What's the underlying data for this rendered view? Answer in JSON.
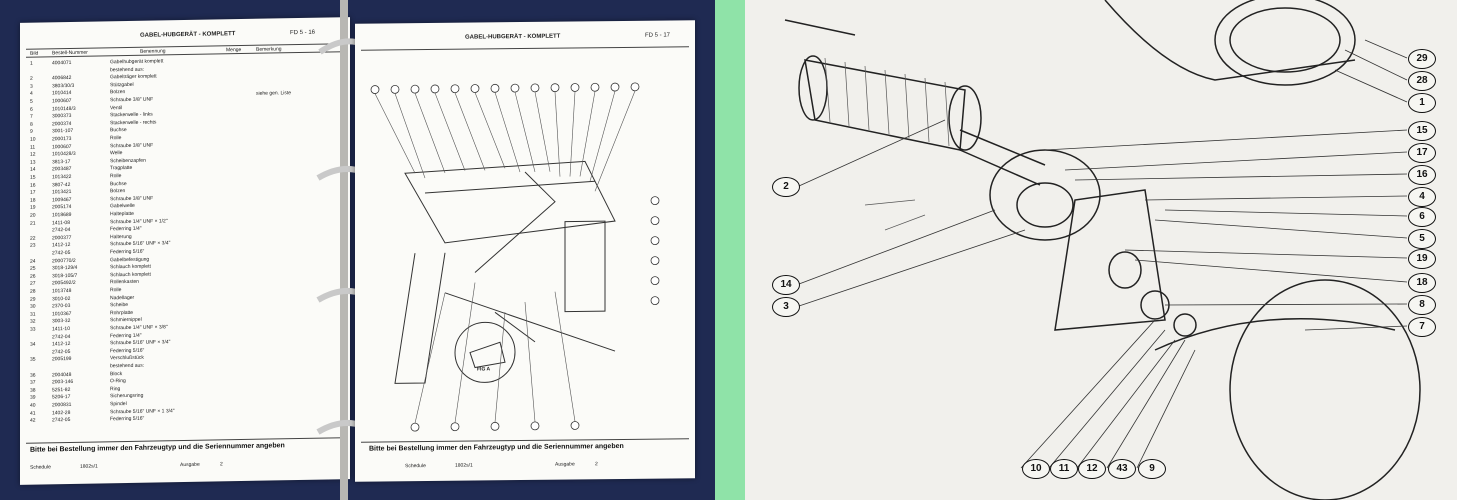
{
  "left_page": {
    "header_title": "GABEL-HUBGERÄT - KOMPLETT",
    "header_subtitle": "FD 5 - 16",
    "column_headers": [
      "Bild",
      "Bestell-Nummer",
      "Benennung",
      "Menge",
      "Bemerkung"
    ],
    "part_rows": [
      {
        "nr": "1",
        "part": "4004071",
        "name": "Gabelhubgerät komplett"
      },
      {
        "nr": "",
        "part": "",
        "name": "bestehend aus:"
      },
      {
        "nr": "2",
        "part": "4006842",
        "name": "Gabelträger komplett"
      },
      {
        "nr": "3",
        "part": "3803/30/3",
        "name": "Stützgabel"
      },
      {
        "nr": "4",
        "part": "1010414",
        "name": "Bolzen"
      },
      {
        "nr": "5",
        "part": "1000607",
        "name": "Schraube 3/8\" UNF"
      },
      {
        "nr": "6",
        "part": "1010148/3",
        "name": "Ventil"
      },
      {
        "nr": "7",
        "part": "3000373",
        "name": "Stackerwelle - links"
      },
      {
        "nr": "8",
        "part": "2000374",
        "name": "Stackerwelle - rechts"
      },
      {
        "nr": "9",
        "part": "3001-107",
        "name": "Buchse"
      },
      {
        "nr": "10",
        "part": "2000173",
        "name": "Rolle"
      },
      {
        "nr": "11",
        "part": "1000607",
        "name": "Schraube 3/8\" UNF"
      },
      {
        "nr": "12",
        "part": "1010428/3",
        "name": "Welle"
      },
      {
        "nr": "13",
        "part": "3813-17",
        "name": "Scheibenzapfen"
      },
      {
        "nr": "14",
        "part": "2003487",
        "name": "Tragplatte"
      },
      {
        "nr": "15",
        "part": "1013422",
        "name": "Rolle"
      },
      {
        "nr": "16",
        "part": "3807-42",
        "name": "Buchse"
      },
      {
        "nr": "17",
        "part": "1013421",
        "name": "Bolzen"
      },
      {
        "nr": "18",
        "part": "1009467",
        "name": "Schraube 3/8\" UNF"
      },
      {
        "nr": "19",
        "part": "2005174",
        "name": "Gabelwelle"
      },
      {
        "nr": "20",
        "part": "1018689",
        "name": "Halteplatte"
      },
      {
        "nr": "21",
        "part": "1411-08",
        "name": "Schraube 1/4\" UNF × 1/2\""
      },
      {
        "nr": "",
        "part": "2742-04",
        "name": "Federring 1/4\""
      },
      {
        "nr": "22",
        "part": "2000377",
        "name": "Halterung"
      },
      {
        "nr": "23",
        "part": "1412-12",
        "name": "Schraube 5/16\" UNF × 3/4\""
      },
      {
        "nr": "",
        "part": "2742-05",
        "name": "Federring 5/16\""
      },
      {
        "nr": "24",
        "part": "2000770/2",
        "name": "Gabelbefestigung"
      },
      {
        "nr": "25",
        "part": "3018-129/4",
        "name": "Schlauch komplett"
      },
      {
        "nr": "26",
        "part": "3018-105/7",
        "name": "Schlauch komplett"
      },
      {
        "nr": "27",
        "part": "2005492/2",
        "name": "Rollenkasten"
      },
      {
        "nr": "28",
        "part": "1013748",
        "name": "Rolle"
      },
      {
        "nr": "29",
        "part": "3010-02",
        "name": "Nadellager"
      },
      {
        "nr": "30",
        "part": "2370-03",
        "name": "Scheibe"
      },
      {
        "nr": "31",
        "part": "1010367",
        "name": "Rohrplatte"
      },
      {
        "nr": "32",
        "part": "3003-32",
        "name": "Schmiernippel"
      },
      {
        "nr": "33",
        "part": "1411-10",
        "name": "Schraube 1/4\" UNF × 3/8\""
      },
      {
        "nr": "",
        "part": "2742-04",
        "name": "Federring 1/4\""
      },
      {
        "nr": "34",
        "part": "1412-12",
        "name": "Schraube 5/16\" UNF × 3/4\""
      },
      {
        "nr": "",
        "part": "2742-05",
        "name": "Federring 5/16\""
      },
      {
        "nr": "35",
        "part": "2005199",
        "name": "Verschlußstück"
      },
      {
        "nr": "",
        "part": "",
        "name": "bestehend aus:"
      },
      {
        "nr": "36",
        "part": "2004048",
        "name": "Block"
      },
      {
        "nr": "37",
        "part": "2003-146",
        "name": "O-Ring"
      },
      {
        "nr": "38",
        "part": "5251-82",
        "name": "Ring"
      },
      {
        "nr": "39",
        "part": "5206-17",
        "name": "Sicherungsring"
      },
      {
        "nr": "40",
        "part": "2000831",
        "name": "Spindel"
      },
      {
        "nr": "41",
        "part": "1402-28",
        "name": "Schraube 5/16\" UNF × 1 3/4\""
      },
      {
        "nr": "42",
        "part": "2742-05",
        "name": "Federring 5/16\""
      }
    ],
    "remark": "siehe gen. Liste",
    "footer_note": "Bitte bei Bestellung immer den Fahrzeugtyp und die Seriennummer angeben",
    "footer_schedule_label": "Schedule",
    "footer_schedule_value": "1802s/1",
    "footer_edition_label": "Ausgabe",
    "footer_edition_value": "2"
  },
  "right_page": {
    "header_title": "GABEL-HUBGERÄT - KOMPLETT",
    "header_subtitle": "FD 5 - 17",
    "fig_label": "FIG A",
    "footer_note": "Bitte bei Bestellung immer den Fahrzeugtyp und die Seriennummer angeben",
    "footer_schedule_label": "Schedule",
    "footer_schedule_value": "1802s/1",
    "footer_edition_label": "Ausgabe",
    "footer_edition_value": "2"
  },
  "exploded_view_callouts": [
    "29",
    "28",
    "1",
    "15",
    "17",
    "16",
    "4",
    "6",
    "5",
    "19",
    "18",
    "8",
    "7",
    "2",
    "14",
    "3",
    "10",
    "11",
    "12",
    "43",
    "9"
  ]
}
